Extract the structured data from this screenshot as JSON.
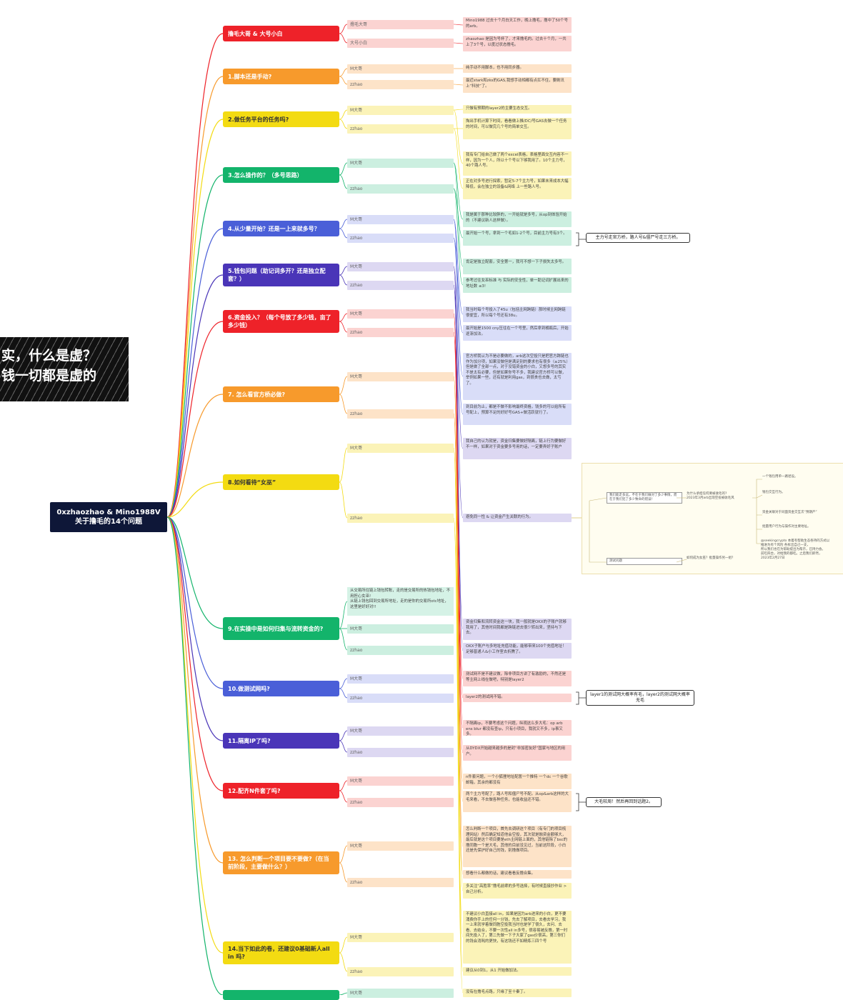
{
  "root": {
    "title": "0xzhaozhao & Mino1988V\n关于撸毛的14个问题"
  },
  "banner": {
    "line1": "实，什么是虚？",
    "line2": "钱一切都是虚的"
  },
  "colors": {
    "red": "#ee2229",
    "orange": "#f79a2c",
    "yellow": "#f3db12",
    "green": "#13b46b",
    "blue": "#4a5fd8",
    "indigo": "#4a35b8"
  },
  "topics": [
    {
      "label": "撸毛大哥 & 大号小白",
      "color": "red"
    },
    {
      "label": "1.脚本还是手动?",
      "color": "orange"
    },
    {
      "label": "2.做任务平台的任务吗?",
      "color": "yellow"
    },
    {
      "label": "3.怎么操作的？（多号思路）",
      "color": "green"
    },
    {
      "label": "4.从少量开始？还是一上来就多号？",
      "color": "blue"
    },
    {
      "label": "5.钱包问题（助记词多开？还是独立配套？）",
      "color": "indigo"
    },
    {
      "label": "6.资金投入？（每个号放了多少钱，亩了多少钱）",
      "color": "red"
    },
    {
      "label": "7. 怎么看官方桥必做?",
      "color": "orange"
    },
    {
      "label": "8.如何看待“女巫”",
      "color": "yellow"
    },
    {
      "label": "9.在实操中是如何归集与流转资金的?",
      "color": "green"
    },
    {
      "label": "10.做测试网吗?",
      "color": "blue"
    },
    {
      "label": "11.隔离IP了吗?",
      "color": "indigo"
    },
    {
      "label": "12.配齐N件套了吗?",
      "color": "red"
    },
    {
      "label": "13. 怎么判断一个项目要不要做?（在当前阶段，主要做什么？）",
      "color": "orange"
    },
    {
      "label": "14.当下如此的卷，还建议0基础新人all in 吗?",
      "color": "yellow"
    },
    {
      "label": "",
      "color": "green"
    }
  ],
  "subs": [
    {
      "label": "撸毛大哥"
    },
    {
      "label": "大号小白"
    },
    {
      "label": "M大哥"
    },
    {
      "label": "zzhao"
    },
    {
      "label": "M大哥"
    },
    {
      "label": "zzhao"
    },
    {
      "label": "M大哥"
    },
    {
      "label": "zzhao"
    },
    {
      "label": "M大哥"
    },
    {
      "label": "zzhao"
    },
    {
      "label": "M大哥"
    },
    {
      "label": "zzhao"
    },
    {
      "label": "M大哥"
    },
    {
      "label": "zzhao"
    },
    {
      "label": "M大哥"
    },
    {
      "label": "zzhao"
    },
    {
      "label": "M大哥"
    },
    {
      "label": "zzhao"
    },
    {
      "label": "M大哥"
    },
    {
      "label": "zzhao"
    },
    {
      "label": "M大哥"
    },
    {
      "label": "zzhao"
    },
    {
      "label": "M大哥"
    },
    {
      "label": "zzhao"
    },
    {
      "label": "M大哥"
    },
    {
      "label": "zzhao"
    },
    {
      "label": "M大哥"
    },
    {
      "label": "zzhao"
    },
    {
      "label": "M大哥"
    },
    {
      "label": "zzhao"
    },
    {
      "label": "M大哥"
    }
  ],
  "notes": [
    {
      "text": "Mino1988 过去十个月白天工作，晚上撸毛，撸中了50个号的arb。"
    },
    {
      "text": "zhaozhao 是因为号杯了，才来撸毛的。过去十个月，一共上了3个号，以度过状态撸毛。"
    },
    {
      "text": "纯手动不用脚本，也不用同步器。"
    },
    {
      "text": "最近stark和zks的GAS,我想手动相都有点扛不住，要刷讯上“科技”了。"
    },
    {
      "text": "只做有预期的layer2的主要生态交互。"
    },
    {
      "text": "掏出手机计算下时间，看看做上推/DC/号GAS去做一个任务的时间，可以做完几个号的简单交互。"
    },
    {
      "text": "我有专门给自己做了两个excel表格，表格里面交互内容不一样，因为一个人，所以十个号以下够我用了。10个主力号，40个路人号。"
    },
    {
      "text": "正在对多号进行探索，暂定5-7个主力号，如果未来成本大幅降低，会在独立的设备&网络 上一些路人号。"
    },
    {
      "text": "我是属于那种比较胖的，一开始就是多号，从op到体验开始的（不建议新人这样做）。"
    },
    {
      "text": "最开始一个号，拿到一个毛如1-2个号，目前主力号有3个。"
    },
    {
      "text": "肯定是独立配套，安全第一，我可不想一下子损失太多号。"
    },
    {
      "text": "参考过往女巫标准 与 实际的安全性，单一助记词扩展出来的地址数 ≤3!"
    },
    {
      "text": "我当时每个号投入了45u（包括主网跨链）那时候主网跨链很便宜，所以每个号还有38u。"
    },
    {
      "text": "最开始是1500 cny压往在一个号里，然后拿到橘瓶后，开始逐渐加法。"
    },
    {
      "text": "官方桥我认为不是必要做的，arb这次空投只是把官方跨链也作为加分项，如果没做但是满足别的要求也有很多（≥25%）但是做了全部一点，对于没错资金的小白，又想多号的其实不是太有必要，但是如果你号不多，我建议官方桥可以做，举例如果一些，还有就是利用gas，到很贵也去做，太亏了。"
    },
    {
      "text": "到目前为止，都是不做不影响最终资格，钱多的可以给所有号配上，预算不足的好好号GAS+做活跃就行了。"
    },
    {
      "text": "我自己的认为就是，资金归集要做好隔离，链上行为要做好不一样，如果对于资金要多号用的话，一定要弄好子账户"
    },
    {
      "text": "避免同一性 & 让资金产生关联的行为。"
    },
    {
      "text": "资金归集和流转资金这一块，我一般就是OKX的子账户就够我用了，其他时间我都是跨链进去很少转出来，坚持与下去。"
    },
    {
      "text": "OKX子账户与多地址充值功能，能够带来100个充值地址！足够普通人&小工作室去折腾了。"
    },
    {
      "text": "测试网不是不建议做，除非项目方讲了有激励的，不然还是等主网上线在做吧，特别是layer2"
    },
    {
      "text": "layer2的测试网不错。"
    },
    {
      "text": "不隔离ip，不要考虑这个问题，纵观这么多大毛：op arb ens blur 都没有查ip，只有小项目，我就又不多，ip事又多。"
    },
    {
      "text": "从DYDX开始越来越多的是封“非加密友好”国家与地区的用户。"
    },
    {
      "text": "n件套问题，一个小狐狸地址配置一个推特 一个dc 一个谷歌邮箱，其余的都没有"
    },
    {
      "text": "两个主力号配了，路人号和僵尸号不配。从op&arb这样的大毛来看，不去做各种任务，也能收益还不错。"
    },
    {
      "text": "怎么判断一个项目，首先去调研这个项目（有专门的项目梳理网站）然后确定知道他会空投，其次就是融资金额够大，最后就是这个项目要是eth主网链上面的，其他链除了bsc的撸同胞一个是大毛，其他的目前没见过，当前这阶段，小白还是先保护好自己的钱，别撸做项目。"
    },
    {
      "text": "想看什么都做的话，建议看看反撸合集。"
    },
    {
      "text": "多关注“高胜率”撸毛前辈的多号选择，有时候直接抄作业 > 自己分析。"
    },
    {
      "text": "不建议小白直接all in，如果是因为arb进来的小白，更不要涌费你手上的任何一分钱，先去了解项目，去看去学习，我一上来就学着做同胞空投我当时也是学了很久，去问、去看、去结合，不要一次性all in多号，很容易被反撸，第一时间先投入了，第二先做一下子大家了gas价很高，第三你们的钱会消耗的更快，有这钱还不如精炼三四个号"
    },
    {
      "text": "建议从0到1，从1 开始做加法。"
    },
    {
      "text": "没有在撸毛点路，只缘了至十秦丁。"
    }
  ],
  "chain_note": {
    "text": "从交易所往链上钱包转账，走的是交易所的热钱包地址，不用担心女巫!\n从链上钱包回到交易所地址，走的是你的交易所otc地址，这里是好好对!!"
  },
  "callouts": [
    {
      "text": "主力号走官方桥，路人号&僵尸号走三方桥。"
    },
    {
      "text": "layer1的测试网大概率有毛，layer2的测试网大概率无毛"
    },
    {
      "text": "大毛较周！然后再回到话题2。"
    }
  ],
  "embed": {
    "a": "我们能走多远，不在于我们做对了多少事情，而在于我们犯了多少致命的错误！",
    "b": "为什么承担任何要被收毛的?\n2023年3月arb出现空投被收毛风",
    "c": "一个钱包用单一路径设。",
    "d": "钱包交互行为。",
    "e": "资金关联对于同面资金交互次“预期产”",
    "f": "批量用户行为与操作对主要地址。",
    "g": "@seekingcrypto 本着有帮助生态各持的方式以推进为有个风险 各拆出自己一支，\n所以我们也在为帮助提出为帮示，已持力会。\n前吃四台，对给我的都吃。之后我们即然，\n2023年2月27日",
    "h": "测试问题",
    "i": "如何成为女巫？批量操作另一组？"
  }
}
